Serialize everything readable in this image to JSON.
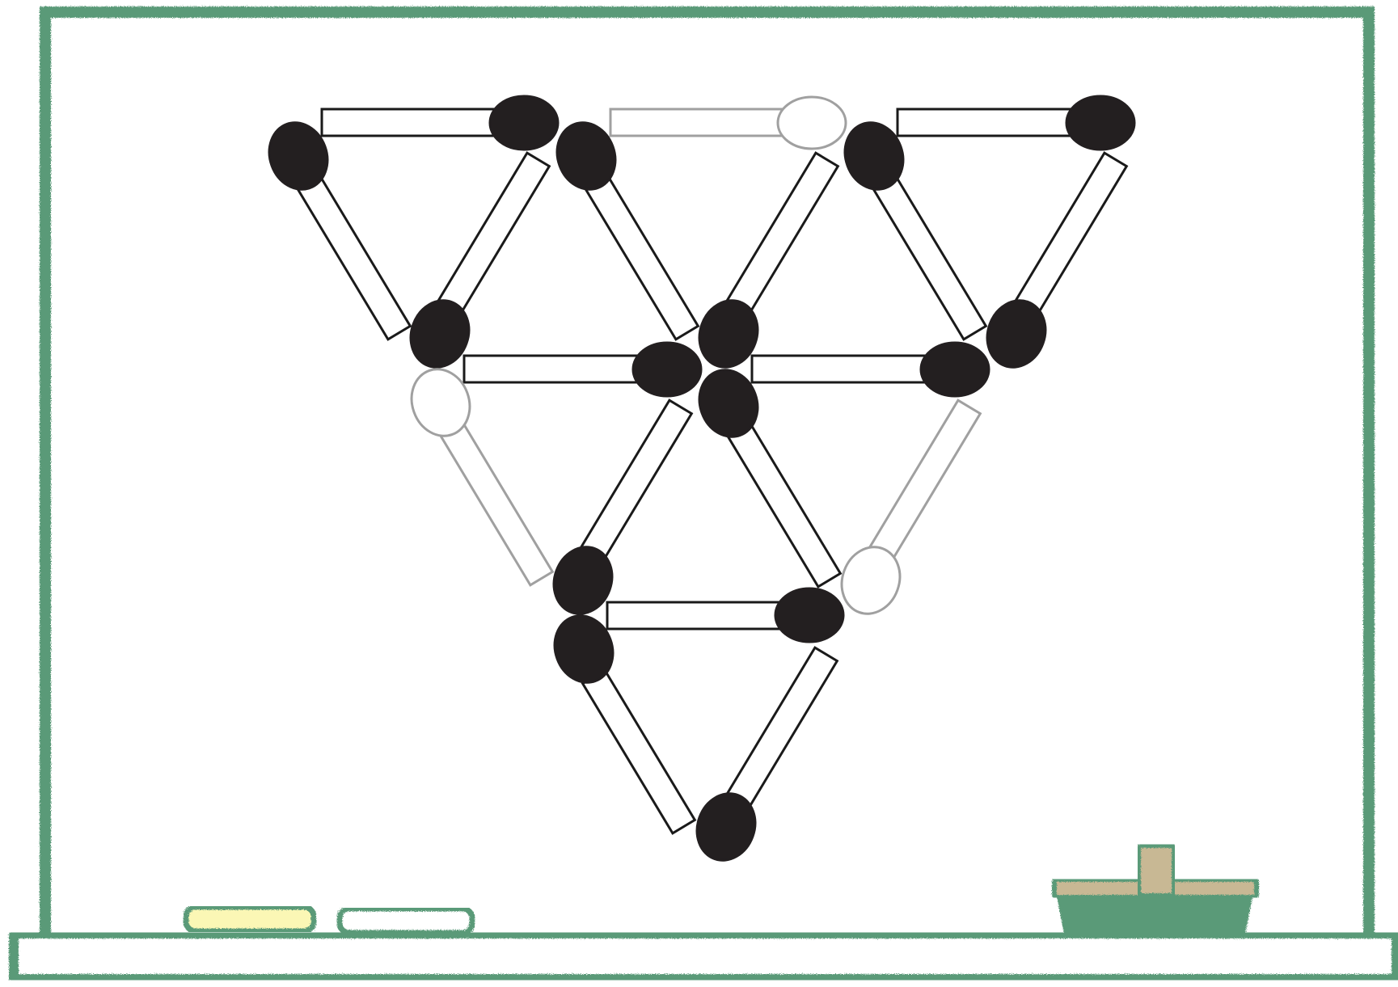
{
  "colors": {
    "board_frame": "#5a9a78",
    "stick_outline_active": "#1a1a1a",
    "stick_outline_faded": "#a0a0a0",
    "match_head_active": "#231f20",
    "match_head_faded": "#ffffff",
    "chalk": "#fbf7b5",
    "eraser_handle": "#c8b894",
    "eraser_base": "#5a9a78"
  },
  "puzzle": {
    "matchsticks": [
      {
        "id": "m01",
        "state": "active"
      },
      {
        "id": "m02",
        "state": "faded"
      },
      {
        "id": "m03",
        "state": "active"
      },
      {
        "id": "m04",
        "state": "active"
      },
      {
        "id": "m05",
        "state": "active"
      },
      {
        "id": "m06",
        "state": "active"
      },
      {
        "id": "m07",
        "state": "active"
      },
      {
        "id": "m08",
        "state": "active"
      },
      {
        "id": "m09",
        "state": "active"
      },
      {
        "id": "m10",
        "state": "active"
      },
      {
        "id": "m11",
        "state": "active"
      },
      {
        "id": "m12",
        "state": "faded"
      },
      {
        "id": "m13",
        "state": "active"
      },
      {
        "id": "m14",
        "state": "active"
      },
      {
        "id": "m15",
        "state": "faded"
      },
      {
        "id": "m16",
        "state": "active"
      },
      {
        "id": "m17",
        "state": "active"
      },
      {
        "id": "m18",
        "state": "active"
      }
    ]
  },
  "tray": {
    "items": [
      {
        "name": "chalk-yellow",
        "icon": "chalk-icon"
      },
      {
        "name": "chalk-white",
        "icon": "chalk-icon"
      },
      {
        "name": "eraser",
        "icon": "eraser-icon"
      }
    ]
  }
}
